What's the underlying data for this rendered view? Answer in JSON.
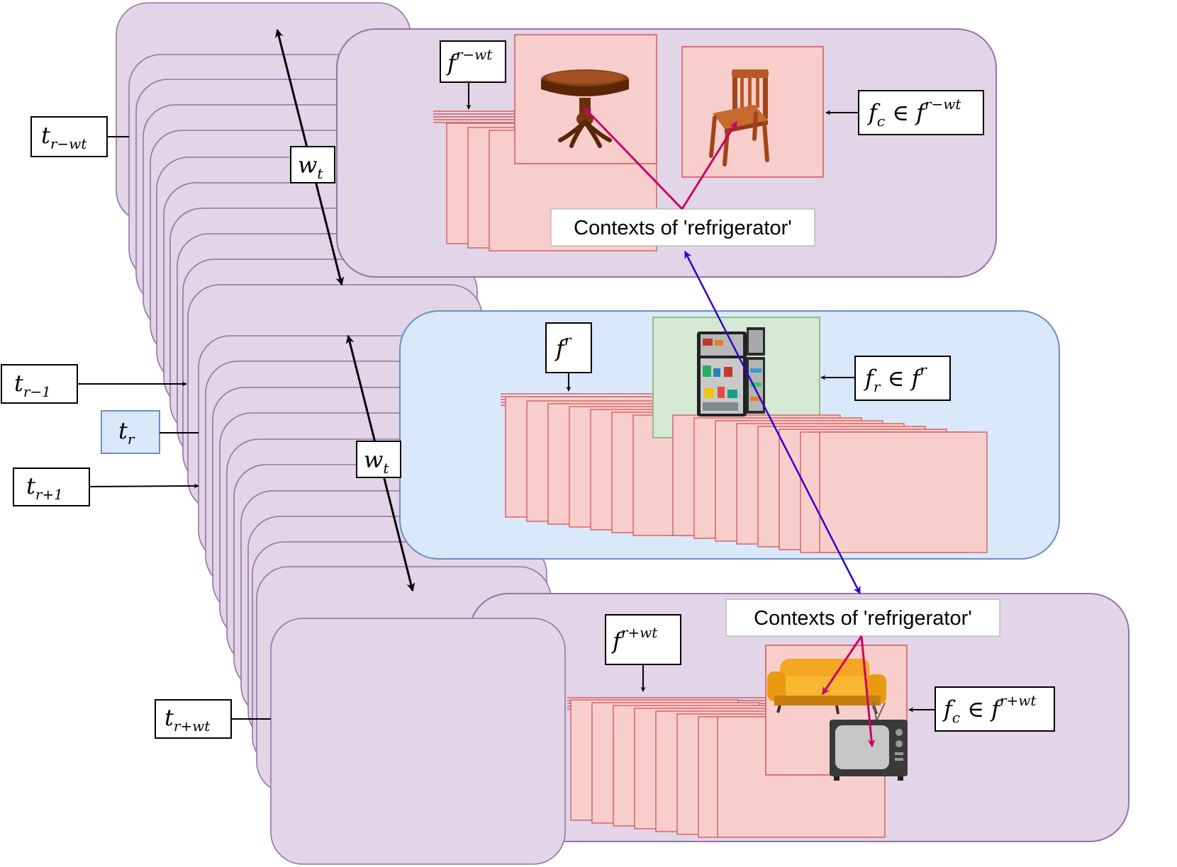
{
  "labels": {
    "t_r_minus_wt": {
      "base": "t",
      "sub": "r−wt"
    },
    "t_r_minus_1": {
      "base": "t",
      "sub": "r−1"
    },
    "t_r": {
      "base": "t",
      "sub": "r"
    },
    "t_r_plus_1": {
      "base": "t",
      "sub": "r+1"
    },
    "t_r_plus_wt": {
      "base": "t",
      "sub": "r+wt"
    },
    "w_t": {
      "base": "w",
      "sub": "t"
    },
    "f_r_minus_wt": {
      "base": "f",
      "sup": "r−wt"
    },
    "f_r": {
      "base": "f",
      "sup": "r"
    },
    "f_r_plus_wt": {
      "base": "f",
      "sup": "r+wt"
    },
    "fc_in_r_minus_wt": {
      "base": "f",
      "sub": "c",
      "rel": " ∈ ",
      "base2": "f",
      "sup2": "r−wt"
    },
    "fr_in_r": {
      "base": "f",
      "sub": "r",
      "rel": " ∈ ",
      "base2": "f",
      "sup2": "r"
    },
    "fc_in_r_plus_wt": {
      "base": "f",
      "sub": "c",
      "rel": " ∈ ",
      "base2": "f",
      "sup2": "r+wt"
    },
    "contexts_top": "Contexts of 'refrigerator'",
    "contexts_bottom": "Contexts of 'refrigerator'"
  },
  "icons": [
    "table-icon",
    "chair-icon",
    "refrigerator-icon",
    "sofa-icon",
    "tv-icon"
  ],
  "colors": {
    "frame_fill": "#e1d5e7",
    "frame_stroke": "#9673a6",
    "current_fill": "#dae8fc",
    "current_stroke": "#6c8ebf",
    "card_fill": "#f8cecc",
    "card_stroke": "#d45e5e",
    "object_fill": "#d5e8d4",
    "object_stroke": "#82b366",
    "context_arrow": "#cc0066",
    "link_arrow": "#3300cc"
  }
}
